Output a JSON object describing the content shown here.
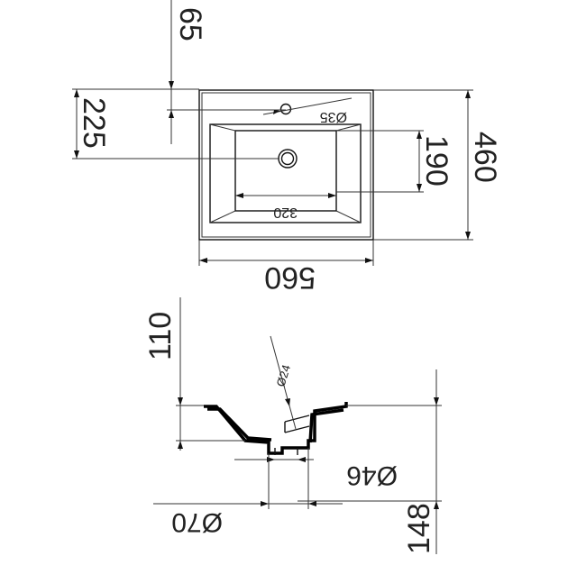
{
  "top_view": {
    "dim_width": "560",
    "dim_depth": "460",
    "dim_tap_offset": "65",
    "dim_drain_offset": "225",
    "dim_bowl_depth": "190",
    "dim_bowl_width": "320",
    "dim_tap_hole": "Ø35"
  },
  "side_view": {
    "dim_height": "110",
    "dim_overflow": "Ø24",
    "dim_drain_outer": "Ø46",
    "dim_waste": "Ø70",
    "dim_drop": "148"
  }
}
